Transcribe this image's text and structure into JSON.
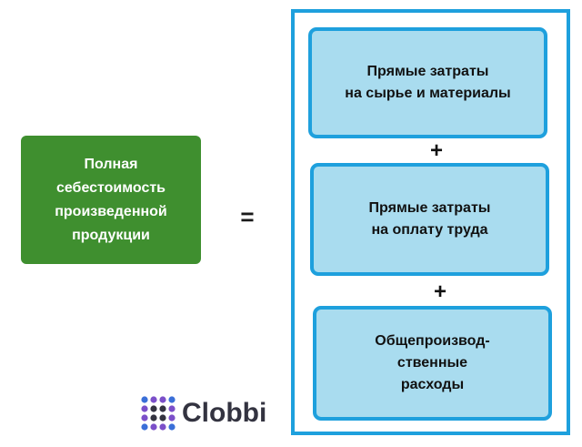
{
  "total_cost": {
    "label": "Полная\nсебестоимость\nпроизведенной\nпродукции"
  },
  "equals_sign": "=",
  "components": [
    {
      "label": "Прямые затраты\nна сырье и материалы"
    },
    {
      "label": "Прямые затраты\nна оплату труда"
    },
    {
      "label": "Общепроизвод-\nственные\nрасходы"
    }
  ],
  "plus_sign": "+",
  "brand": {
    "name": "Clobbi",
    "colors": {
      "dark": "#333340",
      "blue": "#3a6fd8",
      "purple": "#7b4fc9"
    }
  },
  "colors": {
    "green_box": "#3f8f2f",
    "frame_blue": "#1ea0dd",
    "box_fill": "#a9dcef"
  }
}
